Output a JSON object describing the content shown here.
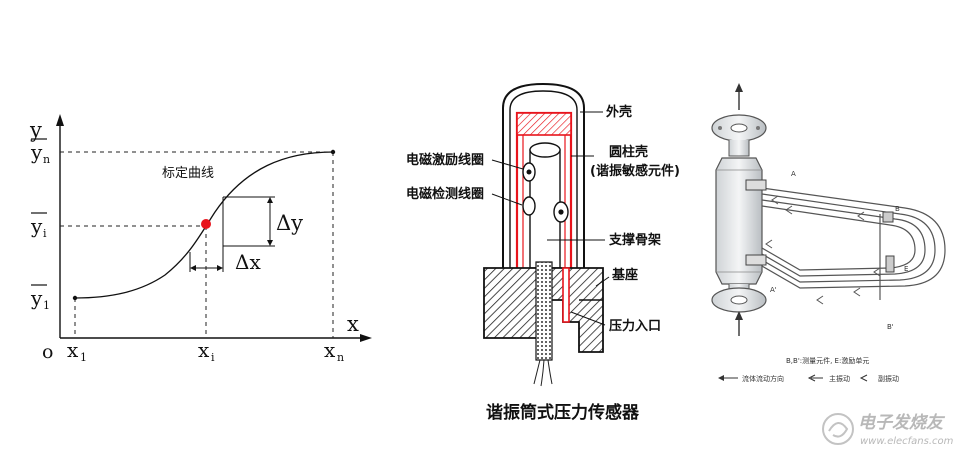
{
  "calibration_graph": {
    "axis_y": "y",
    "axis_x": "x",
    "origin": "o",
    "y_n": "y",
    "y_n_sub": "n",
    "y_i": "y",
    "y_i_sub": "i",
    "y_1": "y",
    "y_1_sub": "1",
    "x_1": "x",
    "x_1_sub": "1",
    "x_i": "x",
    "x_i_sub": "i",
    "x_n": "x",
    "x_n_sub": "n",
    "curve_label": "标定曲线",
    "delta_y": "Δy",
    "delta_x": "Δx",
    "point_color": "#e8141c"
  },
  "sensor_diagram": {
    "label_shell": "外壳",
    "label_cylinder": "圆柱壳",
    "label_cylinder_note": "(谐振敏感元件)",
    "label_excite_coil": "电磁激励线圈",
    "label_detect_coil": "电磁检测线圈",
    "label_support": "支撑骨架",
    "label_base": "基座",
    "label_inlet": "压力入口",
    "caption": "谐振筒式压力传感器",
    "inner_color": "#e8141c"
  },
  "flowmeter": {
    "label_a": "A",
    "label_a_prime": "A'",
    "label_b": "B",
    "label_b_prime": "B'",
    "label_e": "E",
    "legend_line1": "B,B':测量元件, E:激励单元",
    "legend_flow": "流体流动方向",
    "legend_main": "主振动",
    "legend_secondary": "副振动"
  },
  "watermark": {
    "text": "电子发烧友",
    "url": "www.elecfans.com"
  }
}
